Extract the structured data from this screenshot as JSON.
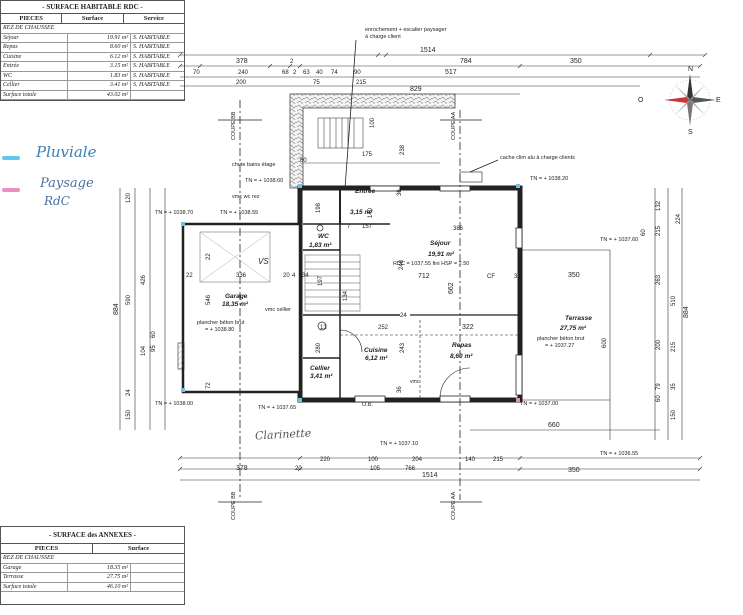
{
  "rdc_table": {
    "title": "- SURFACE HABITABLE RDC -",
    "col_pieces": "PIECES",
    "col_surface": "Surface",
    "col_service": "Service",
    "section": "REZ DE CHAUSSEE",
    "rows": [
      {
        "piece": "Séjour",
        "surface": "19.91 m²",
        "service": "S. HABITABLE"
      },
      {
        "piece": "Repas",
        "surface": "8.60 m²",
        "service": "S. HABITABLE"
      },
      {
        "piece": "Cuisine",
        "surface": "6.12 m²",
        "service": "S. HABITABLE"
      },
      {
        "piece": "Entrée",
        "surface": "3.15 m²",
        "service": "S. HABITABLE"
      },
      {
        "piece": "WC",
        "surface": "1.83 m²",
        "service": "S. HABITABLE"
      },
      {
        "piece": "Cellier",
        "surface": "3.41 m²",
        "service": "S. HABITABLE"
      }
    ],
    "total_label": "Surface totale",
    "total_value": "43.02 m²"
  },
  "annex_table": {
    "title": "- SURFACE des ANNEXES -",
    "col_pieces": "PIECES",
    "col_surface": "Surface",
    "section": "REZ DE CHAUSSEE",
    "rows": [
      {
        "piece": "Garage",
        "surface": "18.35 m²"
      },
      {
        "piece": "Terrasse",
        "surface": "27.75 m²"
      }
    ],
    "total_label": "Surface totale",
    "total_value": "46.10 m²"
  },
  "handwritten": {
    "pluviale": "Pluviale",
    "paysage": "Paysage",
    "rdc": "RdC",
    "clarinette": "Clarinette",
    "vs_note": "VS",
    "pluviale_color": "#5ec9e8",
    "paysage_color": "#f08cc4"
  },
  "annotations": {
    "enrochement": "enrochement + escalier paysager",
    "enrochement2": "à charge client",
    "cache_clim": "cache clim alu à charge clients",
    "chute": "chute bains étage",
    "vmc_wc": "vmc wc rez",
    "vmc_cellier": "vmc cellier",
    "plancher1": "plancher béton brut",
    "plancher1_level": "= + 1038.80",
    "plancher2": "plancher béton brut",
    "plancher2_level": "= + 1037.27",
    "rdc_level": "RDC = 1037.55 fini HSP = 2.50",
    "cf": "CF",
    "ob": "O.B.",
    "vmc": "vmc"
  },
  "rooms": {
    "entree": "Entrée",
    "entree_s": "3,15 m²",
    "sejour": "Séjour",
    "sejour_s": "19,91 m²",
    "wc": "WC",
    "wc_s": "1,83 m²",
    "garage": "Garage",
    "garage_s": "18,35 m²",
    "terrasse": "Terrasse",
    "terrasse_s": "27,75 m²",
    "cuisine": "Cuisine",
    "cuisine_s": "6,12 m²",
    "repas": "Repas",
    "repas_s": "8,60 m²",
    "cellier": "Cellier",
    "cellier_s": "3,41 m²"
  },
  "levels": {
    "tn1": "TN = + 1038.60",
    "tn2": "TN = + 1038.20",
    "tn3": "TN = + 1038.70",
    "tn4": "TN = + 1038.55",
    "tn5": "TN = + 1037.60",
    "tn6": "TN = + 1038.00",
    "tn7": "TN = + 1037.65",
    "tn8": "TN = + 1037.00",
    "tn9": "TN = + 1037.10",
    "tn10": "TN = + 1036.55"
  },
  "cuts": {
    "bb": "COUPE BB",
    "aa": "COUPE AA"
  },
  "dims_top": {
    "total": "1514",
    "d378": "378",
    "d2": "2",
    "d784": "784",
    "d350": "350",
    "d70": "70",
    "d240": "240",
    "d68": "68",
    "d263": "2",
    "d63": "63",
    "d40": "40",
    "d74": "74",
    "d90": "90",
    "d517": "517",
    "d200": "200",
    "d75": "75",
    "d215": "215",
    "d829": "829",
    "d100": "100",
    "d238": "238",
    "d175": "175",
    "d60": "60"
  },
  "dims_bottom": {
    "total": "1514",
    "d378": "378",
    "d20": "20",
    "d220": "220",
    "d100": "100",
    "d204": "204",
    "d140": "140",
    "d215": "215",
    "d350": "350",
    "d105": "105",
    "d766": "766",
    "d660": "660"
  },
  "dims_interior": {
    "d36a": "36",
    "d157": "157",
    "d7": "7",
    "d386": "386",
    "d140": "140",
    "d336": "336",
    "d22": "22",
    "d20": "20",
    "d4": "4",
    "d34": "34",
    "d248": "248",
    "d712": "712",
    "d36b": "36",
    "d662": "662",
    "d197": "197",
    "d546": "546",
    "d252": "252",
    "d322": "322",
    "d24": "24",
    "d13": "13",
    "d280": "280",
    "d243": "243",
    "d36c": "36",
    "d120": "120",
    "d426": "426",
    "d590": "590",
    "d884": "884",
    "d104": "104",
    "d24b": "24",
    "d150": "150",
    "d60": "60",
    "d95": "95",
    "d72": "72",
    "d170": "170",
    "d198": "198",
    "d134": "134"
  },
  "dims_right": {
    "d132": "132",
    "d60": "60",
    "d224": "224",
    "d215": "215",
    "d263": "263",
    "d510": "510",
    "d884": "884",
    "d200": "200",
    "d215b": "215",
    "d79": "79",
    "d35": "35",
    "d150": "150",
    "d600": "600",
    "d60b": "60"
  },
  "compass": {
    "n": "N",
    "e": "E",
    "s": "S",
    "o": "O"
  }
}
